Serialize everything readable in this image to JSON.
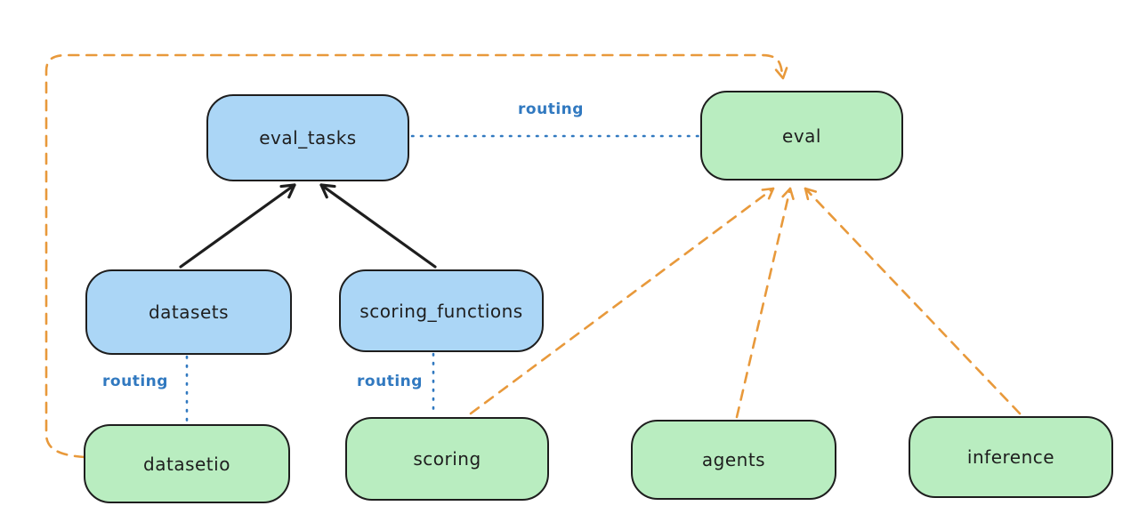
{
  "diagram": {
    "colors": {
      "background": "#ffffff",
      "stroke": "#1e1e1e",
      "blue_fill": "#abd6f6",
      "green_fill": "#b9edc0",
      "blue_line": "#3179c0",
      "orange": "#e8993b"
    },
    "nodes": {
      "eval_tasks": {
        "label": "eval_tasks",
        "fill": "blue"
      },
      "eval": {
        "label": "eval",
        "fill": "green"
      },
      "datasets": {
        "label": "datasets",
        "fill": "blue"
      },
      "scoring_functions": {
        "label": "scoring_functions",
        "fill": "blue"
      },
      "datasetio": {
        "label": "datasetio",
        "fill": "green"
      },
      "scoring": {
        "label": "scoring",
        "fill": "green"
      },
      "agents": {
        "label": "agents",
        "fill": "green"
      },
      "inference": {
        "label": "inference",
        "fill": "green"
      }
    },
    "edge_labels": {
      "eval_tasks_eval": "routing",
      "datasets_datasetio": "routing",
      "scoring_functions_scoring": "routing"
    },
    "edges": [
      {
        "from": "datasets",
        "to": "eval_tasks",
        "style": "solid",
        "color": "black",
        "arrow": true
      },
      {
        "from": "scoring_functions",
        "to": "eval_tasks",
        "style": "solid",
        "color": "black",
        "arrow": true
      },
      {
        "from": "eval_tasks",
        "to": "eval",
        "style": "dotted",
        "color": "blue",
        "label": "routing",
        "arrow": false
      },
      {
        "from": "datasets",
        "to": "datasetio",
        "style": "dotted",
        "color": "blue",
        "label": "routing",
        "arrow": false
      },
      {
        "from": "scoring_functions",
        "to": "scoring",
        "style": "dotted",
        "color": "blue",
        "label": "routing",
        "arrow": false
      },
      {
        "from": "datasetio",
        "to": "eval",
        "style": "dashed",
        "color": "orange",
        "arrow": true,
        "route": "around-left-and-top"
      },
      {
        "from": "scoring",
        "to": "eval",
        "style": "dashed",
        "color": "orange",
        "arrow": true
      },
      {
        "from": "agents",
        "to": "eval",
        "style": "dashed",
        "color": "orange",
        "arrow": true
      },
      {
        "from": "inference",
        "to": "eval",
        "style": "dashed",
        "color": "orange",
        "arrow": true
      }
    ]
  }
}
